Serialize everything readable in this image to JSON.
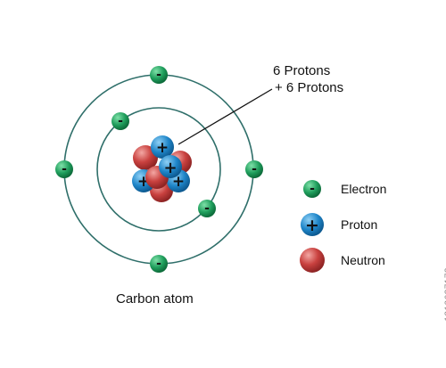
{
  "diagram": {
    "title": "Carbon atom",
    "callout_line1": "6 Protons",
    "callout_line2": "+ 6 Protons",
    "colors": {
      "electron": "#1f9e5c",
      "proton": "#1f86c9",
      "neutron": "#c9413f",
      "orbit": "#2f6f6a"
    }
  },
  "legend": {
    "items": [
      {
        "label": "Electron",
        "sign": "-",
        "kind": "electron"
      },
      {
        "label": "Proton",
        "sign": "+",
        "kind": "proton"
      },
      {
        "label": "Neutron",
        "sign": "",
        "kind": "neutron"
      }
    ]
  },
  "watermark": {
    "id_text": "1310627173"
  }
}
